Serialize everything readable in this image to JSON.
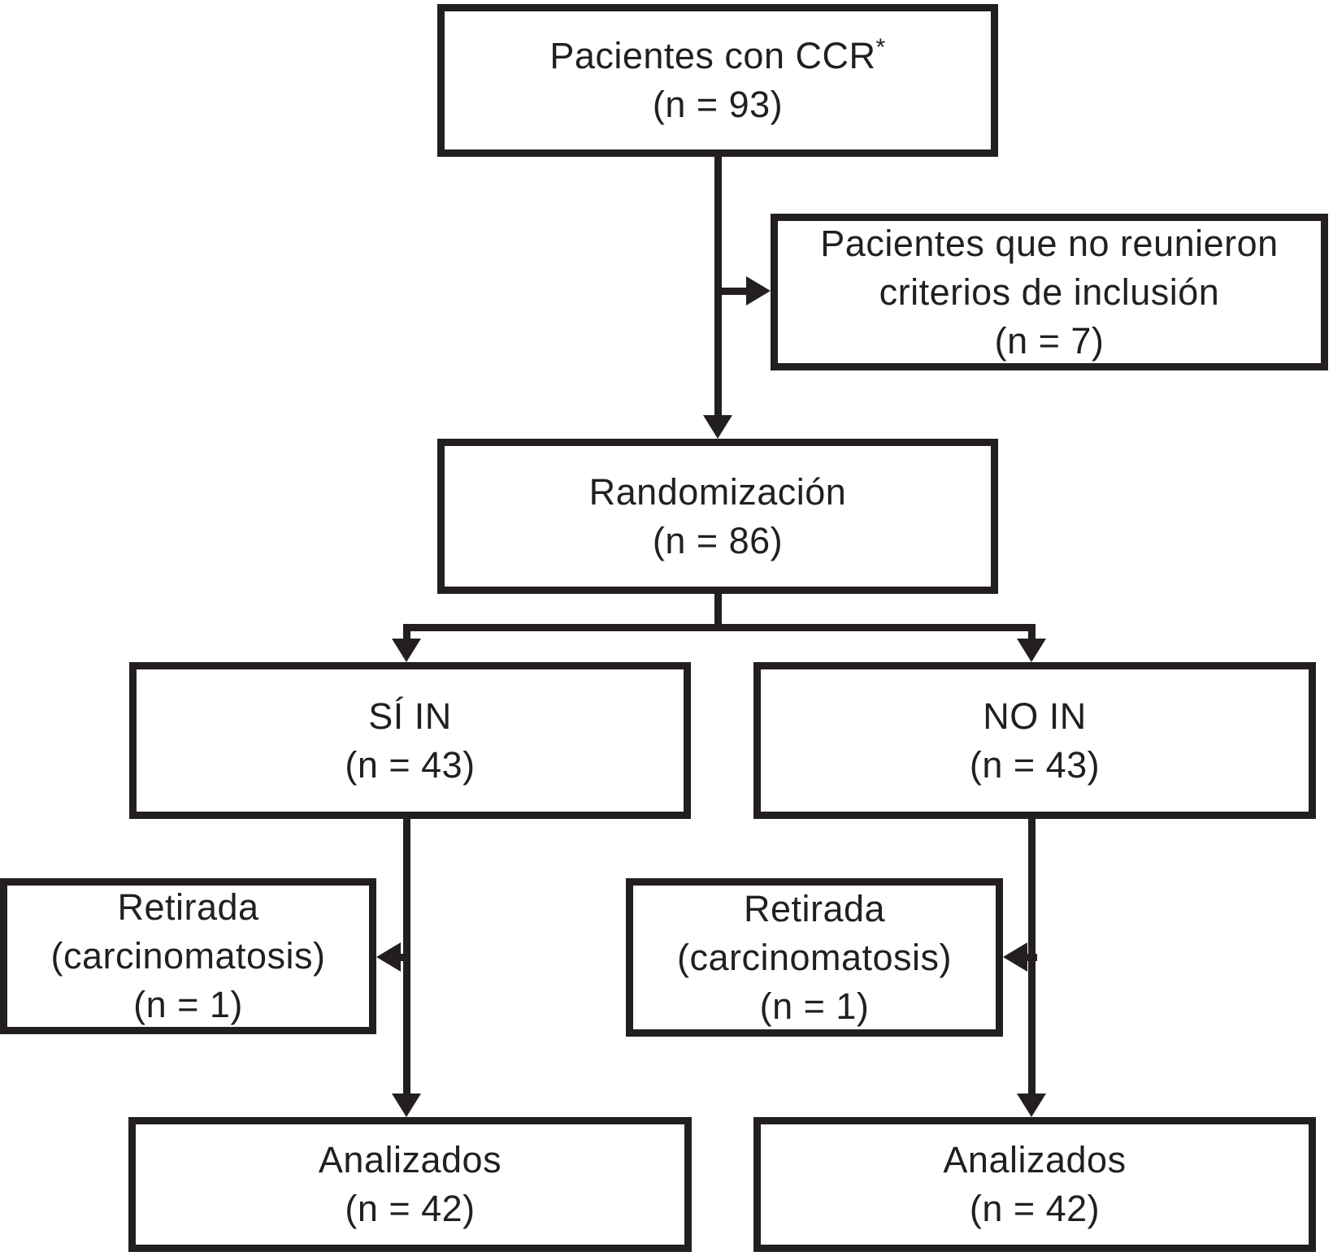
{
  "figure": {
    "type": "flowchart",
    "description": "Patient flow diagram (CONSORT-style), Spanish",
    "ink_color": "#231f20",
    "background_color": "#ffffff"
  },
  "boxes": {
    "patients": {
      "title": "Pacientes con CCR",
      "footnote_marker": "*",
      "count": "(n = 93)"
    },
    "excluded": {
      "title_line1": "Pacientes que no reunieron",
      "title_line2": "criterios de inclusión",
      "count": "(n = 7)"
    },
    "randomized": {
      "title": "Randomización",
      "count": "(n = 86)"
    },
    "arm_si": {
      "title": "SÍ IN",
      "count": "(n = 43)"
    },
    "arm_no": {
      "title": "NO IN",
      "count": "(n = 43)"
    },
    "withdrawal_si": {
      "title_line1": "Retirada",
      "title_line2": "(carcinomatosis)",
      "count": "(n = 1)"
    },
    "withdrawal_no": {
      "title_line1": "Retirada",
      "title_line2": "(carcinomatosis)",
      "count": "(n = 1)"
    },
    "analyzed_si": {
      "title": "Analizados",
      "count": "(n = 42)"
    },
    "analyzed_no": {
      "title": "Analizados",
      "count": "(n = 42)"
    }
  }
}
